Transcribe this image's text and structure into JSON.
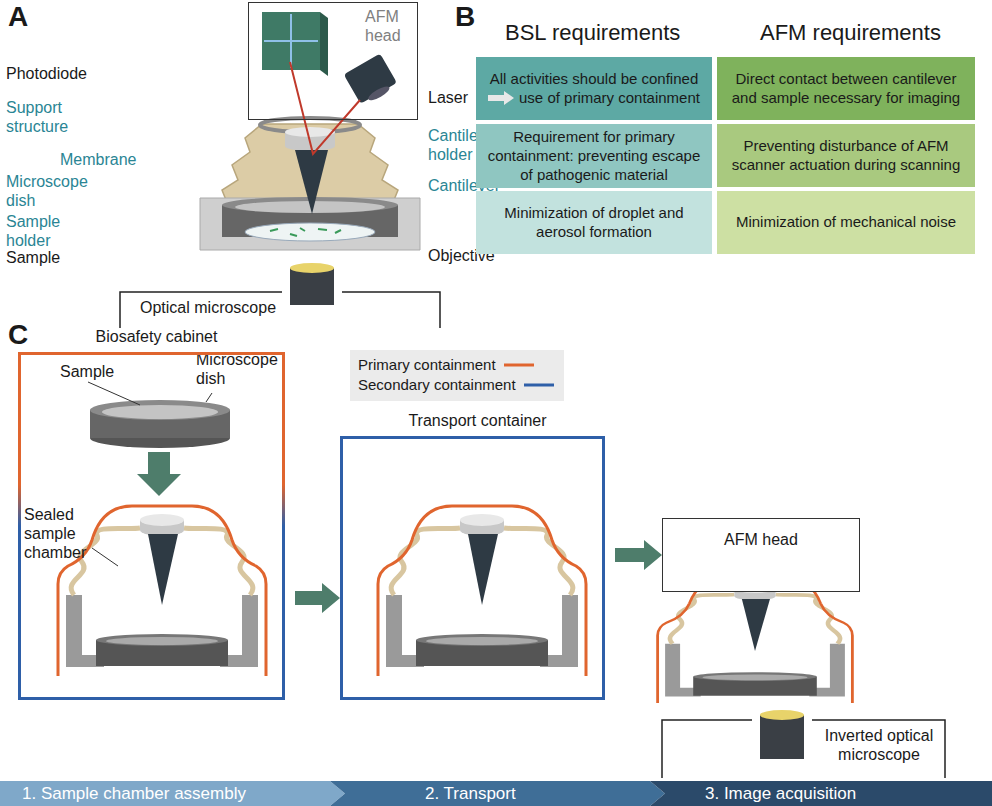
{
  "diagram": {
    "nodes": [
      {
        "text": [
          "AFM head"
        ]
      },
      {
        "text": [
          "All activities should be confined",
          "use of primary containment"
        ]
      },
      {
        "text": [
          "Direct contact between cantilever and sample necessary for imaging"
        ]
      },
      {
        "text": [
          "Requirement for primary containment: preventing escape of pathogenic material"
        ]
      },
      {
        "text": [
          "Preventing disturbance of AFM scanner actuation during scanning"
        ]
      },
      {
        "text": [
          "Minimization of droplet and aerosol formation"
        ]
      },
      {
        "text": [
          "Minimization of mechanical noise"
        ]
      },
      {
        "text": [
          "Biosafety cabinet"
        ]
      },
      {
        "text": [
          "Transport container"
        ]
      },
      {
        "text": [
          "AFM head"
        ]
      },
      {
        "text": [
          "1. Sample chamber assembly"
        ]
      },
      {
        "text": [
          "2. Transport"
        ]
      },
      {
        "text": [
          "3. Image acquisition"
        ]
      }
    ],
    "edges": [
      {
        "from": 7,
        "to": 8,
        "arrow": "to"
      },
      {
        "from": 8,
        "to": 9,
        "arrow": "to"
      }
    ],
    "labels": [
      "A",
      "Photodiode",
      "Laser",
      "Support structure",
      "Cantilever holder",
      "Membrane",
      "Cantilever",
      "Microscope dish",
      "Sample holder",
      "Sample",
      "Objective",
      "Optical microscope",
      "B",
      "BSL requirements",
      "AFM requirements",
      "C",
      "Sample",
      "Microscope dish",
      "Sealed sample chamber",
      "Inverted optical microscope"
    ],
    "legend": [
      {
        "text": "Primary containment"
      },
      {
        "text": "Secondary containment"
      }
    ]
  }
}
